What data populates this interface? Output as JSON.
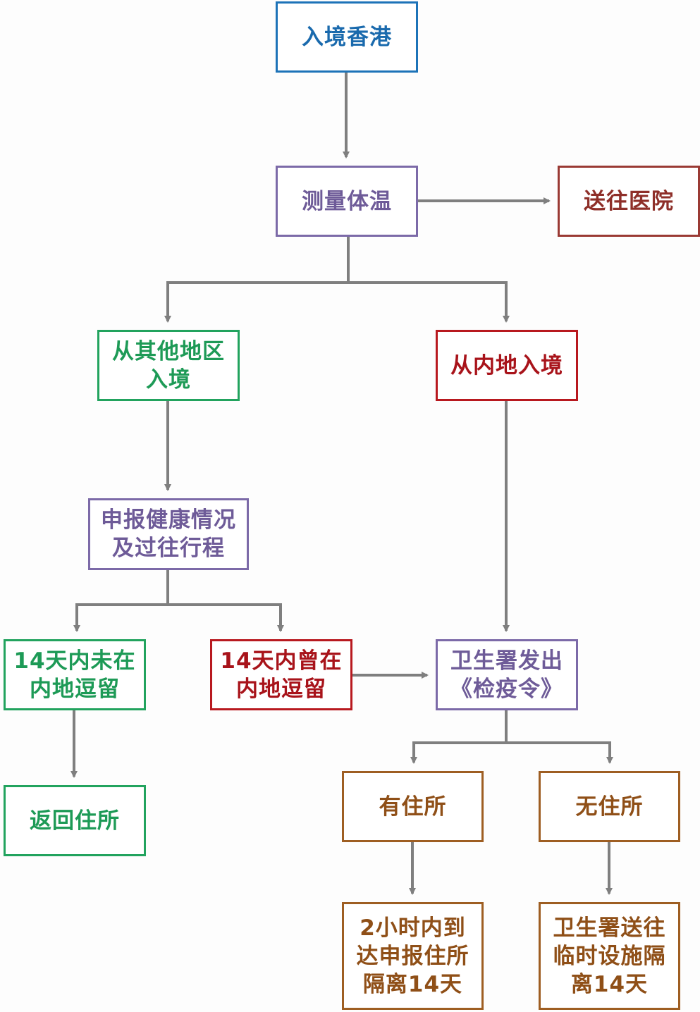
{
  "diagram": {
    "type": "flowchart",
    "nodes": {
      "enter_hk": {
        "label": "入境香港",
        "color": "#1a6aad"
      },
      "measure_temp": {
        "label": "测量体温",
        "color": "#6e5b98"
      },
      "to_hospital": {
        "label": "送往医院",
        "color": "#8e2f29"
      },
      "from_other": {
        "label": "从其他地区\n入境",
        "color": "#1d9a56"
      },
      "from_mainland": {
        "label": "从内地入境",
        "color": "#a8131a"
      },
      "declare_health": {
        "label": "申报健康情况\n及过往行程",
        "color": "#6e5b98"
      },
      "not_in_mainland": {
        "label": "14天内未在\n内地逗留",
        "color": "#1d9a56"
      },
      "was_in_mainland": {
        "label": "14天内曾在\n内地逗留",
        "color": "#a8131a"
      },
      "quarantine_order": {
        "label": "卫生署发出\n《检疫令》",
        "color": "#6e5b98"
      },
      "has_residence": {
        "label": "有住所",
        "color": "#8f4f17"
      },
      "no_residence": {
        "label": "无住所",
        "color": "#8f4f17"
      },
      "return_home": {
        "label": "返回住所",
        "color": "#1d9a56"
      },
      "home_quarantine": {
        "label": "2小时内到\n达申报住所\n隔离14天",
        "color": "#8f4f17"
      },
      "facility_quarantine": {
        "label": "卫生署送往\n临时设施隔\n离14天",
        "color": "#8f4f17"
      }
    },
    "edges": [
      {
        "from": "enter_hk",
        "to": "measure_temp"
      },
      {
        "from": "measure_temp",
        "to": "to_hospital"
      },
      {
        "from": "measure_temp",
        "to": "from_other"
      },
      {
        "from": "measure_temp",
        "to": "from_mainland"
      },
      {
        "from": "from_other",
        "to": "declare_health"
      },
      {
        "from": "declare_health",
        "to": "not_in_mainland"
      },
      {
        "from": "declare_health",
        "to": "was_in_mainland"
      },
      {
        "from": "was_in_mainland",
        "to": "quarantine_order"
      },
      {
        "from": "from_mainland",
        "to": "quarantine_order"
      },
      {
        "from": "not_in_mainland",
        "to": "return_home"
      },
      {
        "from": "quarantine_order",
        "to": "has_residence"
      },
      {
        "from": "quarantine_order",
        "to": "no_residence"
      },
      {
        "from": "has_residence",
        "to": "home_quarantine"
      },
      {
        "from": "no_residence",
        "to": "facility_quarantine"
      }
    ],
    "connector_color": "#7f7f7f"
  }
}
